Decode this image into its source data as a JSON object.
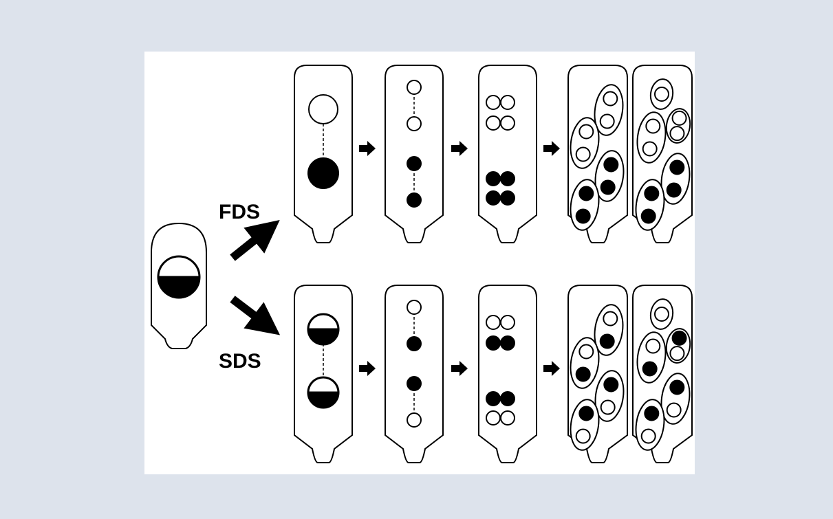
{
  "diagram": {
    "labels": {
      "top_path": "FDS",
      "bottom_path": "SDS"
    },
    "rows": [
      {
        "path": "top_path",
        "stage2": [
          "white",
          "black"
        ],
        "stage3": [
          "white",
          "white",
          "black",
          "black"
        ],
        "stage4": [
          [
            "white",
            "white"
          ],
          [
            "white",
            "white"
          ],
          [
            "black",
            "black"
          ],
          [
            "black",
            "black"
          ]
        ],
        "asci_a": [
          [
            "white",
            "white"
          ],
          [
            "white",
            "white"
          ],
          [
            "black",
            "black"
          ],
          [
            "black",
            "black"
          ]
        ],
        "asci_b": [
          [
            "white"
          ],
          [
            "white",
            "white"
          ],
          [
            "white",
            "white"
          ],
          [
            "black",
            "black"
          ],
          [
            "black",
            "black"
          ]
        ]
      },
      {
        "path": "bottom_path",
        "stage2": [
          "half",
          "half"
        ],
        "stage3": [
          "white",
          "black",
          "black",
          "white"
        ],
        "stage4": [
          [
            "white",
            "white"
          ],
          [
            "black",
            "black"
          ],
          [
            "black",
            "black"
          ],
          [
            "white",
            "white"
          ]
        ],
        "asci_a": [
          [
            "white",
            "black"
          ],
          [
            "white",
            "black"
          ],
          [
            "black",
            "white"
          ],
          [
            "black",
            "white"
          ]
        ],
        "asci_b": [
          [
            "white"
          ],
          [
            "white",
            "black"
          ],
          [
            "black",
            "white"
          ],
          [
            "black",
            "white"
          ],
          [
            "black",
            "white"
          ]
        ]
      }
    ],
    "colors": {
      "fill_dark": "#000000",
      "fill_light": "#ffffff",
      "stroke": "#000000",
      "background": "#dde3ec"
    }
  }
}
